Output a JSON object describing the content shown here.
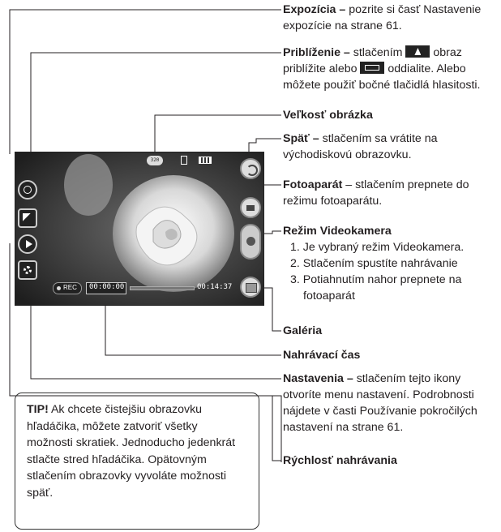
{
  "labels": {
    "expozicia": {
      "title": "Expozícia –",
      "text1": " pozrite si časť Nastavenie",
      "text2": "expozície na strane 61."
    },
    "priblizenie": {
      "title": "Priblíženie –",
      "text1": " stlačením ",
      "text1b": " obraz",
      "text2a": "priblížite alebo ",
      "text2b": " oddialite. Alebo",
      "text3": "môžete použiť bočné tlačidlá hlasitosti."
    },
    "velkost": {
      "title": "Veľkosť obrázka"
    },
    "spat": {
      "title": "Späť –",
      "text1": " stlačením sa vrátite na",
      "text2": "východiskovú obrazovku."
    },
    "fotoaparat": {
      "title": "Fotoaparát",
      "text1": " – stlačením prepnete do",
      "text2": "režimu fotoaparátu."
    },
    "rezim": {
      "title": "Režim Videokamera",
      "items": [
        "1. Je vybraný režim Videokamera.",
        "2. Stlačením spustíte nahrávanie",
        "3. Potiahnutím nahor prepnete na",
        "fotoaparát"
      ]
    },
    "galeria": {
      "title": "Galéria"
    },
    "nahravaci_cas": {
      "title": "Nahrávací čas"
    },
    "nastavenia": {
      "title": "Nastavenia –",
      "text1": " stlačením tejto ikony",
      "text2": "otvoríte menu nastavení. Podrobnosti",
      "text3": "nájdete v časti Používanie pokročilých",
      "text4": "nastavení na strane 61."
    },
    "rychlost": {
      "title": "Rýchlosť nahrávania"
    }
  },
  "tip": {
    "lead": "TIP!",
    "lines": [
      " Ak chcete čistejšiu obrazovku",
      "hľadáčika, môžete zatvoriť všetky",
      "možnosti skratiek. Jednoducho jedenkrát",
      "stlačte stred hľadáčika. Opätovným",
      "stlačením obrazovky vyvoláte možnosti",
      "späť."
    ]
  },
  "screen": {
    "rec_label": "REC",
    "elapsed": "00:00:00",
    "remaining": "00:14:37",
    "size_badge": "320",
    "colors": {
      "background": "#3a3a3a",
      "flower": "#e8e8e8",
      "osd": "#ffffff"
    }
  }
}
